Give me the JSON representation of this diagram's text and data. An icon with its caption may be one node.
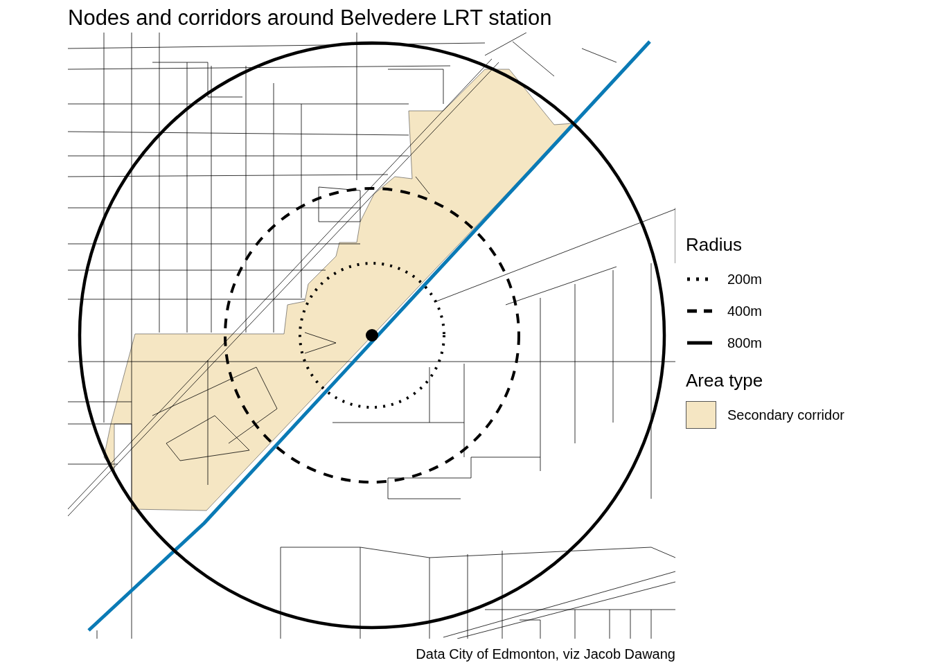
{
  "diagram": {
    "title": "Nodes and corridors around Belvedere LRT station",
    "caption": "Data City of Edmonton, viz Jacob Dawang",
    "labels": [
      "Radius",
      "Area type"
    ],
    "legend": [
      {
        "text": "200m"
      },
      {
        "text": "400m"
      },
      {
        "text": "800m"
      },
      {
        "text": "Secondary corridor",
        "color": "#f5e6c3"
      }
    ]
  }
}
